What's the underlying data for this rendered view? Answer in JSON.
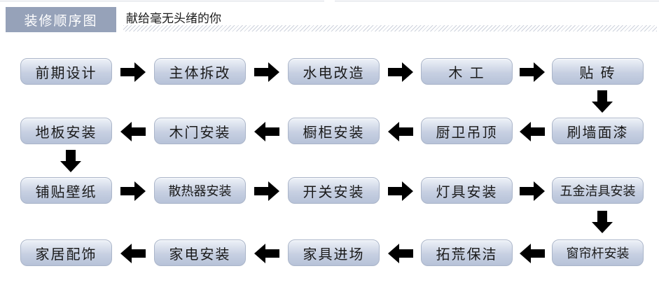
{
  "header": {
    "title": "装修顺序图",
    "subtitle": "献给毫无头绪的你"
  },
  "rows": [
    [
      "前期设计",
      "主体拆改",
      "水电改造",
      "木 工",
      "贴 砖"
    ],
    [
      "地板安装",
      "木门安装",
      "橱柜安装",
      "厨卫吊顶",
      "刷墙面漆"
    ],
    [
      "铺贴壁纸",
      "散热器安装",
      "开关安装",
      "灯具安装",
      "五金洁具安装"
    ],
    [
      "家居配饰",
      "家电安装",
      "家具进场",
      "拓荒保洁",
      "窗帘杆安装"
    ]
  ],
  "flow": {
    "row_directions": [
      "right",
      "left",
      "right",
      "left"
    ],
    "turn_columns": [
      4,
      0,
      4
    ]
  },
  "colors": {
    "header_tab": "#96a2b9",
    "box_top": "#eef2f8",
    "box_bottom": "#b7c2d8",
    "arrow": "#000000"
  }
}
